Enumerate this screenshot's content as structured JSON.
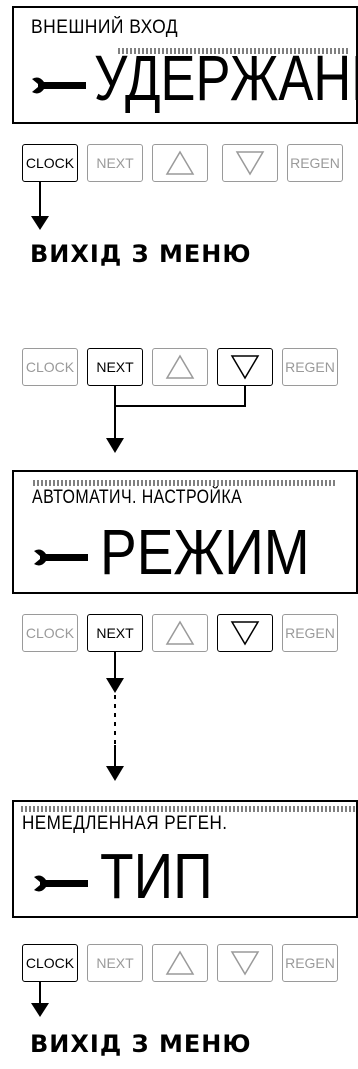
{
  "screen1": {
    "top_text": "ВНЕШНИЙ ВХОД",
    "big_text": "УДЕРЖАНИЕ"
  },
  "screen2": {
    "top_text": "АВТОМАТИЧ. НАСТРОЙКА",
    "big_text": "РЕЖИМ"
  },
  "screen3": {
    "top_text": "НЕМЕДЛЕННАЯ РЕГЕН.",
    "big_text": "ТИП"
  },
  "buttons": {
    "clock": "CLOCK",
    "next": "NEXT",
    "regen": "REGEN"
  },
  "exit_caption_1": "ВИХІД З МЕНЮ",
  "exit_caption_2": "ВИХІД З МЕНЮ",
  "colors": {
    "active": "#000000",
    "inactive": "#9a9a9a",
    "background": "#ffffff"
  },
  "icons": [
    "wrench-icon",
    "up-triangle-icon",
    "down-triangle-icon",
    "down-arrow-icon"
  ]
}
